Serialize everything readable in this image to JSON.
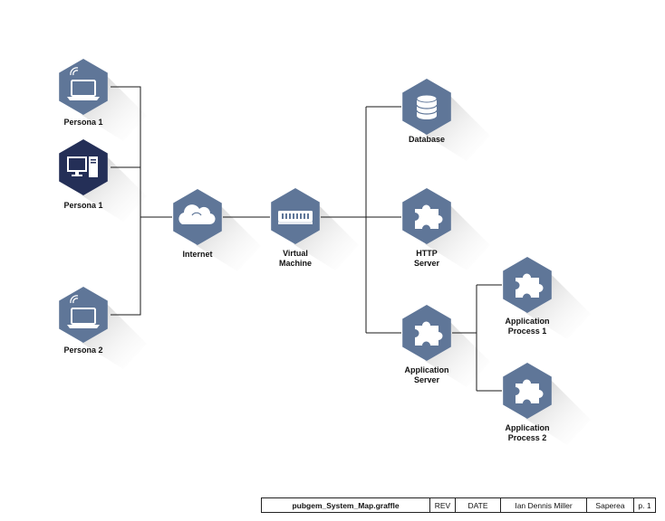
{
  "diagram": {
    "nodes": [
      {
        "id": "persona1-laptop",
        "icon": "laptop-wifi-icon",
        "lines": [
          "Persona 1"
        ],
        "dark": false
      },
      {
        "id": "persona1-desktop",
        "icon": "desktop-computer-icon",
        "lines": [
          "Persona 1"
        ],
        "dark": true
      },
      {
        "id": "persona2-laptop",
        "icon": "laptop-wifi-icon",
        "lines": [
          "Persona 2"
        ],
        "dark": false
      },
      {
        "id": "internet",
        "icon": "cloud-icon",
        "lines": [
          "Internet"
        ],
        "dark": false
      },
      {
        "id": "virtual-machine",
        "icon": "server-rack-icon",
        "lines": [
          "Virtual",
          "Machine"
        ],
        "dark": false
      },
      {
        "id": "database",
        "icon": "database-icon",
        "lines": [
          "Database"
        ],
        "dark": false
      },
      {
        "id": "http-server",
        "icon": "puzzle-piece-icon",
        "lines": [
          "HTTP",
          "Server"
        ],
        "dark": false
      },
      {
        "id": "application-server",
        "icon": "puzzle-piece-icon",
        "lines": [
          "Application",
          "Server"
        ],
        "dark": false
      },
      {
        "id": "application-process-1",
        "icon": "puzzle-piece-icon",
        "lines": [
          "Application",
          "Process 1"
        ],
        "dark": false
      },
      {
        "id": "application-process-2",
        "icon": "puzzle-piece-icon",
        "lines": [
          "Application",
          "Process 2"
        ],
        "dark": false
      }
    ],
    "colors": {
      "hex_light": "#5f7698",
      "hex_dark": "#242f57",
      "icon_fill": "#ffffff",
      "shadow": "#c8c8c8",
      "connector": "#1a1a1a"
    }
  },
  "title_block": {
    "filename": "pubgem_System_Map.graffle",
    "rev": "REV",
    "date": "DATE",
    "author": "Ian Dennis Miller",
    "org": "Saperea",
    "page": "p. 1"
  }
}
